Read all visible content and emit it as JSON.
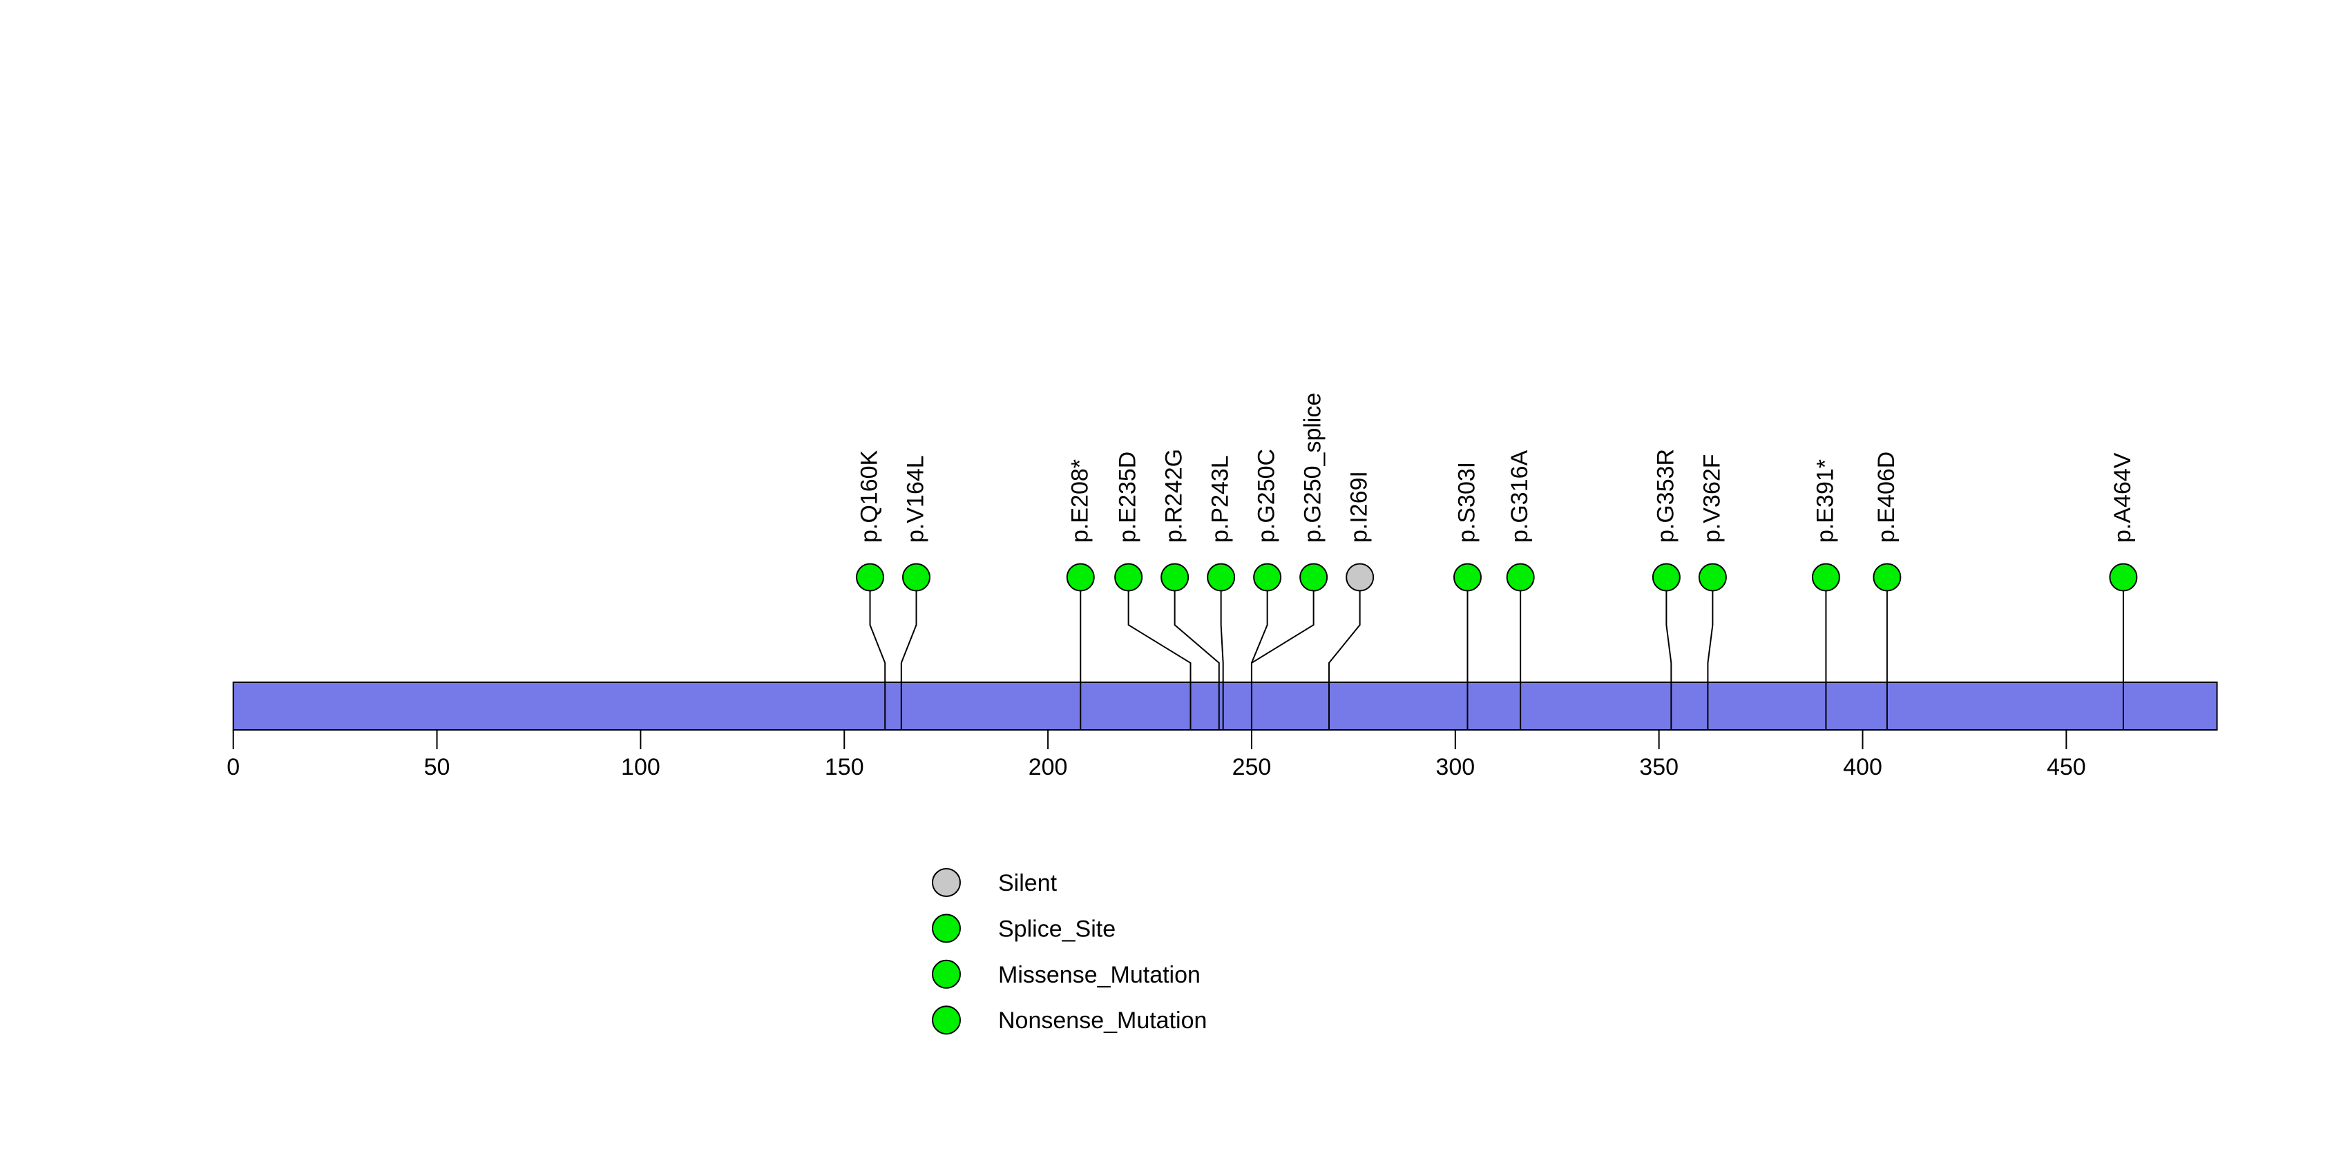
{
  "figure": {
    "background": "#FFFFFF",
    "text_color": "#000000"
  },
  "chart_data": {
    "type": "lollipop",
    "title": "",
    "xlabel": "",
    "ylabel": "",
    "axis": {
      "tick_values": [
        0,
        50,
        100,
        150,
        200,
        250,
        300,
        350,
        400,
        450
      ],
      "xlim": [
        0,
        487
      ],
      "grid": false
    },
    "protein_bar": {
      "start_aa": 0,
      "end_aa": 487,
      "fill": "#767AE9",
      "border": "#000000"
    },
    "mutations": [
      {
        "label": "p.Q160K",
        "aa": 160,
        "type": "Missense_Mutation"
      },
      {
        "label": "p.V164L",
        "aa": 164,
        "type": "Missense_Mutation"
      },
      {
        "label": "p.E208*",
        "aa": 208,
        "type": "Nonsense_Mutation"
      },
      {
        "label": "p.E235D",
        "aa": 235,
        "type": "Missense_Mutation"
      },
      {
        "label": "p.R242G",
        "aa": 242,
        "type": "Missense_Mutation"
      },
      {
        "label": "p.P243L",
        "aa": 243,
        "type": "Missense_Mutation"
      },
      {
        "label": "p.G250C",
        "aa": 250,
        "type": "Missense_Mutation"
      },
      {
        "label": "p.G250_splice",
        "aa": 250,
        "type": "Splice_Site"
      },
      {
        "label": "p.I269I",
        "aa": 269,
        "type": "Silent"
      },
      {
        "label": "p.S303I",
        "aa": 303,
        "type": "Missense_Mutation"
      },
      {
        "label": "p.G316A",
        "aa": 316,
        "type": "Missense_Mutation"
      },
      {
        "label": "p.G353R",
        "aa": 353,
        "type": "Missense_Mutation"
      },
      {
        "label": "p.V362F",
        "aa": 362,
        "type": "Missense_Mutation"
      },
      {
        "label": "p.E391*",
        "aa": 391,
        "type": "Nonsense_Mutation"
      },
      {
        "label": "p.E406D",
        "aa": 406,
        "type": "Missense_Mutation"
      },
      {
        "label": "p.A464V",
        "aa": 464,
        "type": "Missense_Mutation"
      }
    ],
    "type_colors": {
      "Silent": "#C8C8C8",
      "Splice_Site": "#00EE00",
      "Missense_Mutation": "#00EE00",
      "Nonsense_Mutation": "#00EE00"
    },
    "marker_border": "#000000",
    "stem_color": "#000000",
    "legend": {
      "position": "bottom-center-left",
      "items": [
        {
          "label": "Silent",
          "color": "#C8C8C8"
        },
        {
          "label": "Splice_Site",
          "color": "#00EE00"
        },
        {
          "label": "Missense_Mutation",
          "color": "#00EE00"
        },
        {
          "label": "Nonsense_Mutation",
          "color": "#00EE00"
        }
      ]
    }
  }
}
